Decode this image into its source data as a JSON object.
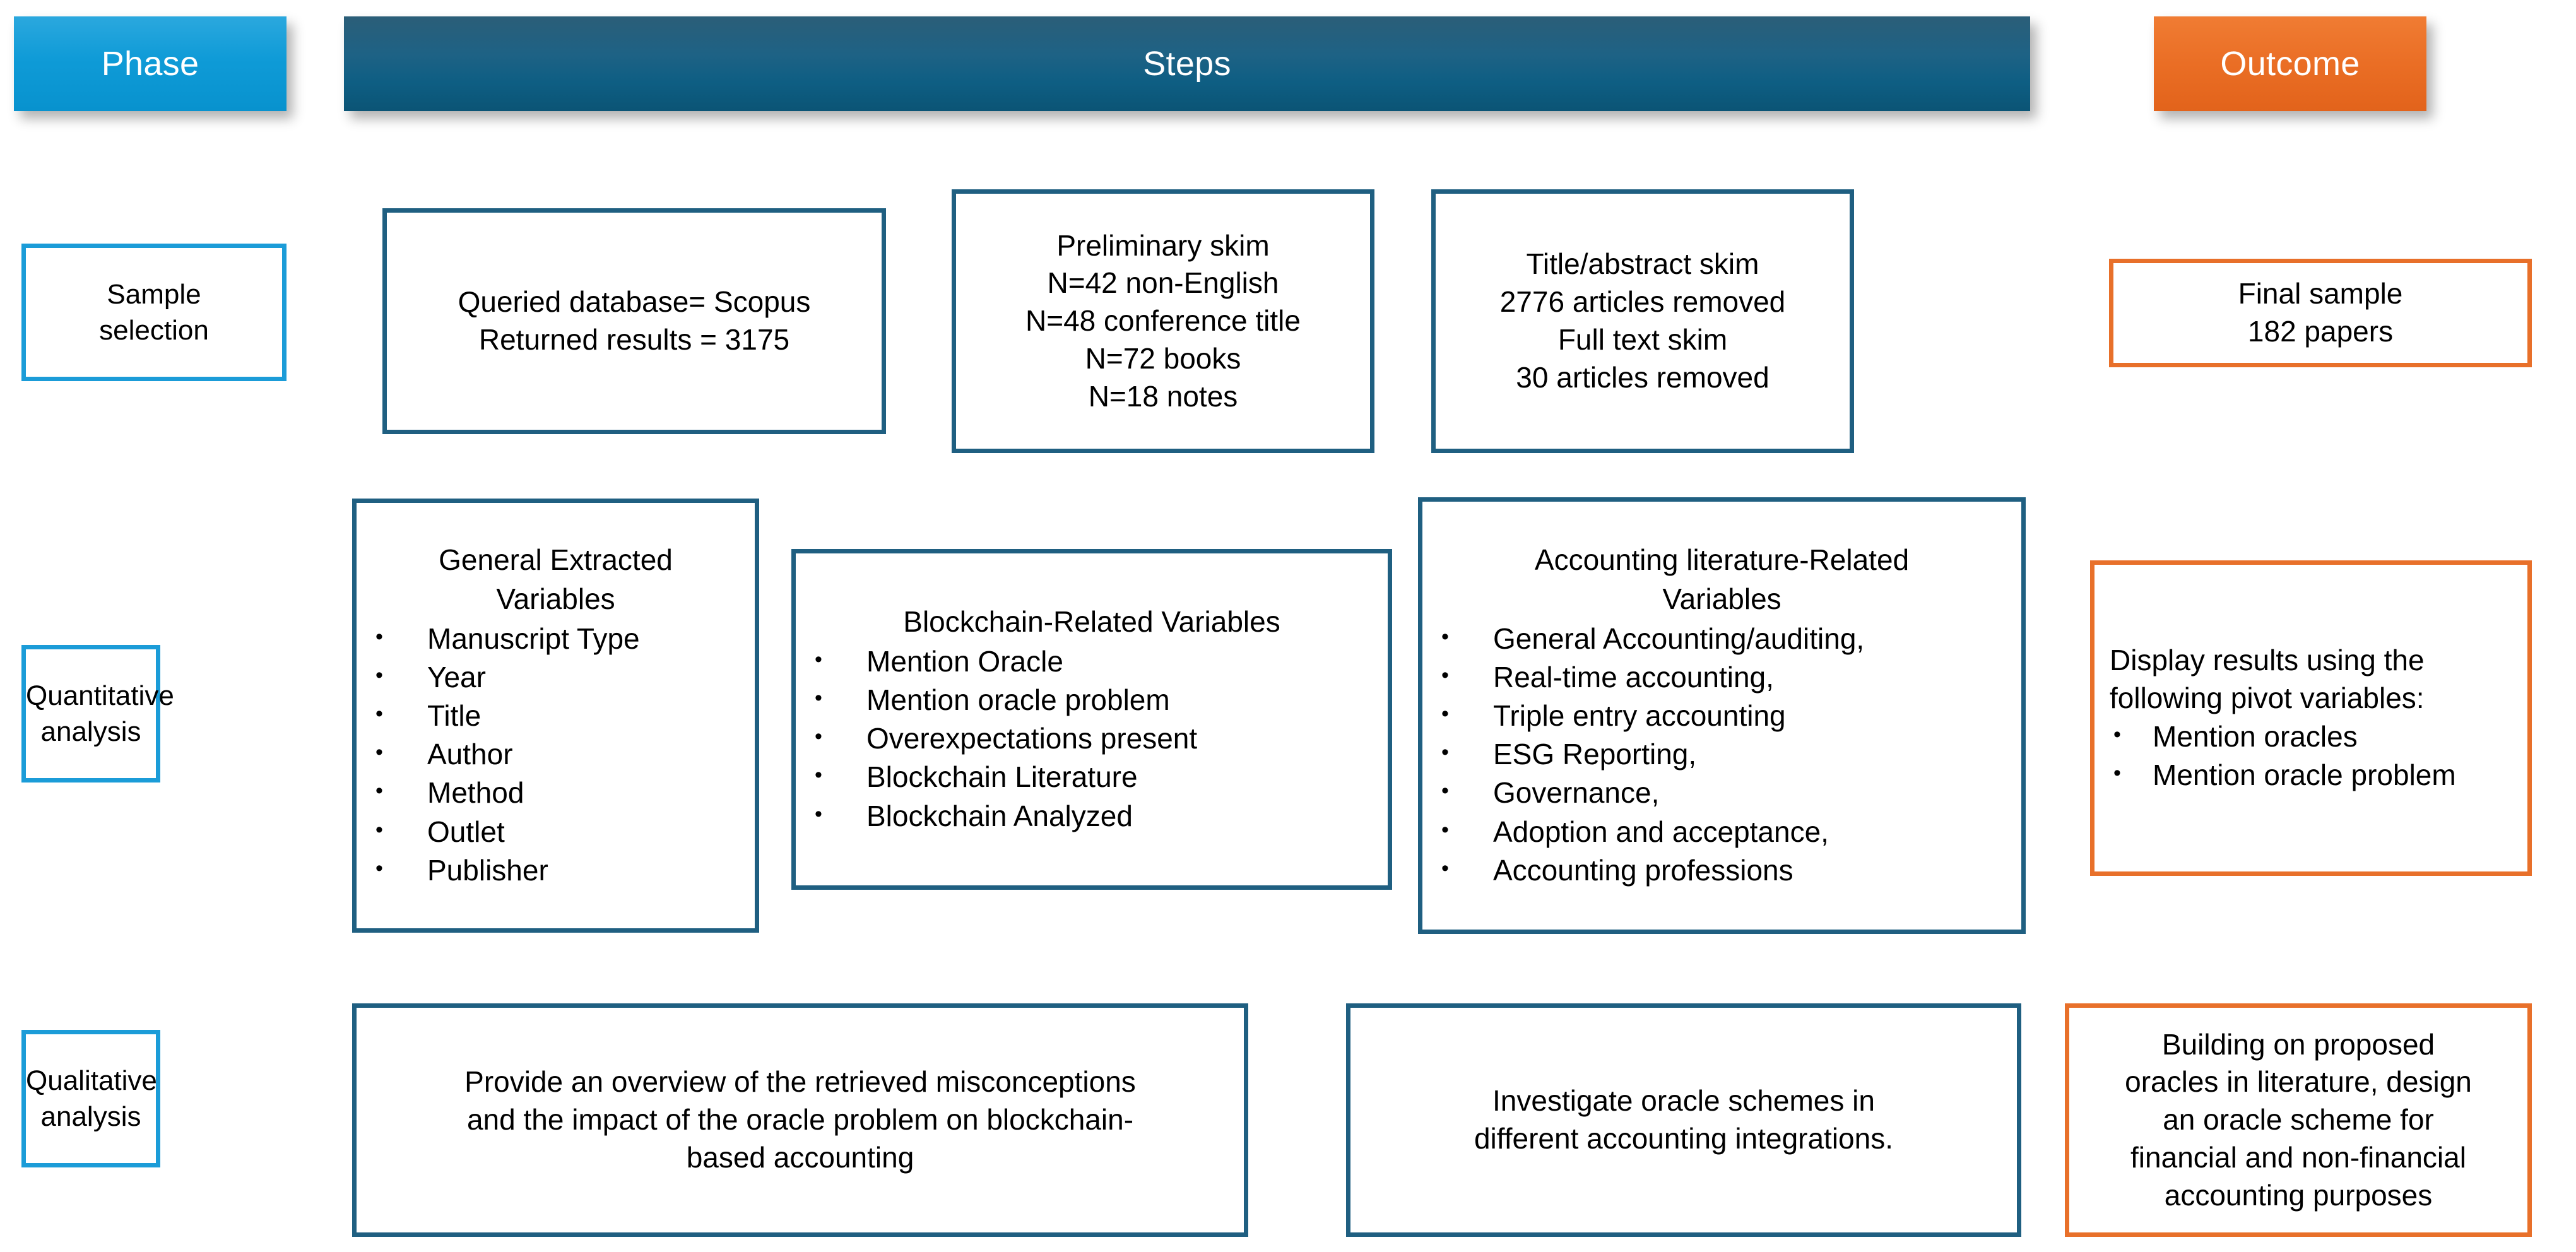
{
  "colors": {
    "phase_accent": "#0F9BD7",
    "steps_accent": "#1E6285",
    "outcome_accent": "#EA6E25",
    "box_border_blue_light": "#1B9CD8",
    "box_border_blue_dark": "#1F5F81",
    "box_border_orange": "#E8702A"
  },
  "header": {
    "phase_label": "Phase",
    "steps_label": "Steps",
    "outcome_label": "Outcome"
  },
  "rows": [
    {
      "phase": {
        "line1": "Sample",
        "line2": "selection"
      },
      "steps": [
        {
          "lines": [
            "Queried database= Scopus",
            "Returned results = 3175"
          ]
        },
        {
          "lines": [
            "Preliminary skim",
            "N=42 non-English",
            "N=48 conference title",
            "N=72 books",
            "N=18 notes"
          ]
        },
        {
          "lines": [
            "Title/abstract skim",
            "2776 articles removed",
            "Full text skim",
            "30 articles removed"
          ]
        }
      ],
      "outcome": {
        "lines": [
          "Final sample",
          "182 papers"
        ]
      }
    },
    {
      "phase": {
        "line1": "Quantitative",
        "line2": "analysis"
      },
      "steps": [
        {
          "heading_lines": [
            "General Extracted",
            "Variables"
          ],
          "bullets": [
            "Manuscript Type",
            "Year",
            "Title",
            "Author",
            "Method",
            "Outlet",
            "Publisher"
          ]
        },
        {
          "heading_lines": [
            "Blockchain-Related Variables"
          ],
          "bullets": [
            "Mention Oracle",
            "Mention oracle problem",
            "Overexpectations present",
            "Blockchain Literature",
            "Blockchain Analyzed"
          ]
        },
        {
          "heading_lines": [
            "Accounting literature-Related",
            "Variables"
          ],
          "bullets": [
            "General Accounting/auditing,",
            "Real-time accounting,",
            "Triple entry accounting",
            "ESG Reporting,",
            "Governance,",
            "Adoption and acceptance,",
            "Accounting professions"
          ]
        }
      ],
      "outcome": {
        "heading_lines": [
          "Display results using the",
          "following pivot variables:"
        ],
        "bullets": [
          "Mention oracles",
          "Mention oracle problem"
        ]
      }
    },
    {
      "phase": {
        "line1": "Qualitative",
        "line2": "analysis"
      },
      "steps": [
        {
          "lines": [
            "Provide an overview of the retrieved misconceptions",
            "and the impact of the oracle problem on blockchain-",
            "based accounting"
          ]
        },
        {
          "lines": [
            "Investigate oracle schemes in",
            "different accounting integrations."
          ]
        }
      ],
      "outcome": {
        "lines": [
          "Building on proposed",
          "oracles in literature, design",
          "an oracle scheme for",
          "financial and non-financial",
          "accounting purposes"
        ]
      }
    }
  ]
}
